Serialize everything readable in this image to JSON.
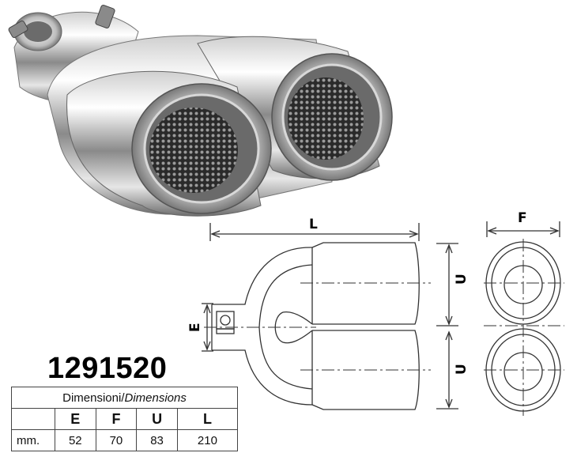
{
  "labels": {
    "L": "L",
    "F": "F",
    "E": "E",
    "U_top": "U",
    "U_bottom": "U"
  },
  "product_code": "1291520",
  "table": {
    "title_a": "Dimensioni/",
    "title_b": "Dimensions",
    "headers": [
      "E",
      "F",
      "U",
      "L"
    ],
    "unit": "mm.",
    "values": [
      "52",
      "70",
      "83",
      "210"
    ]
  },
  "colors": {
    "line": "#333333",
    "chrome_dark": "#5a5a5a",
    "chrome_light": "#f4f4f4"
  }
}
